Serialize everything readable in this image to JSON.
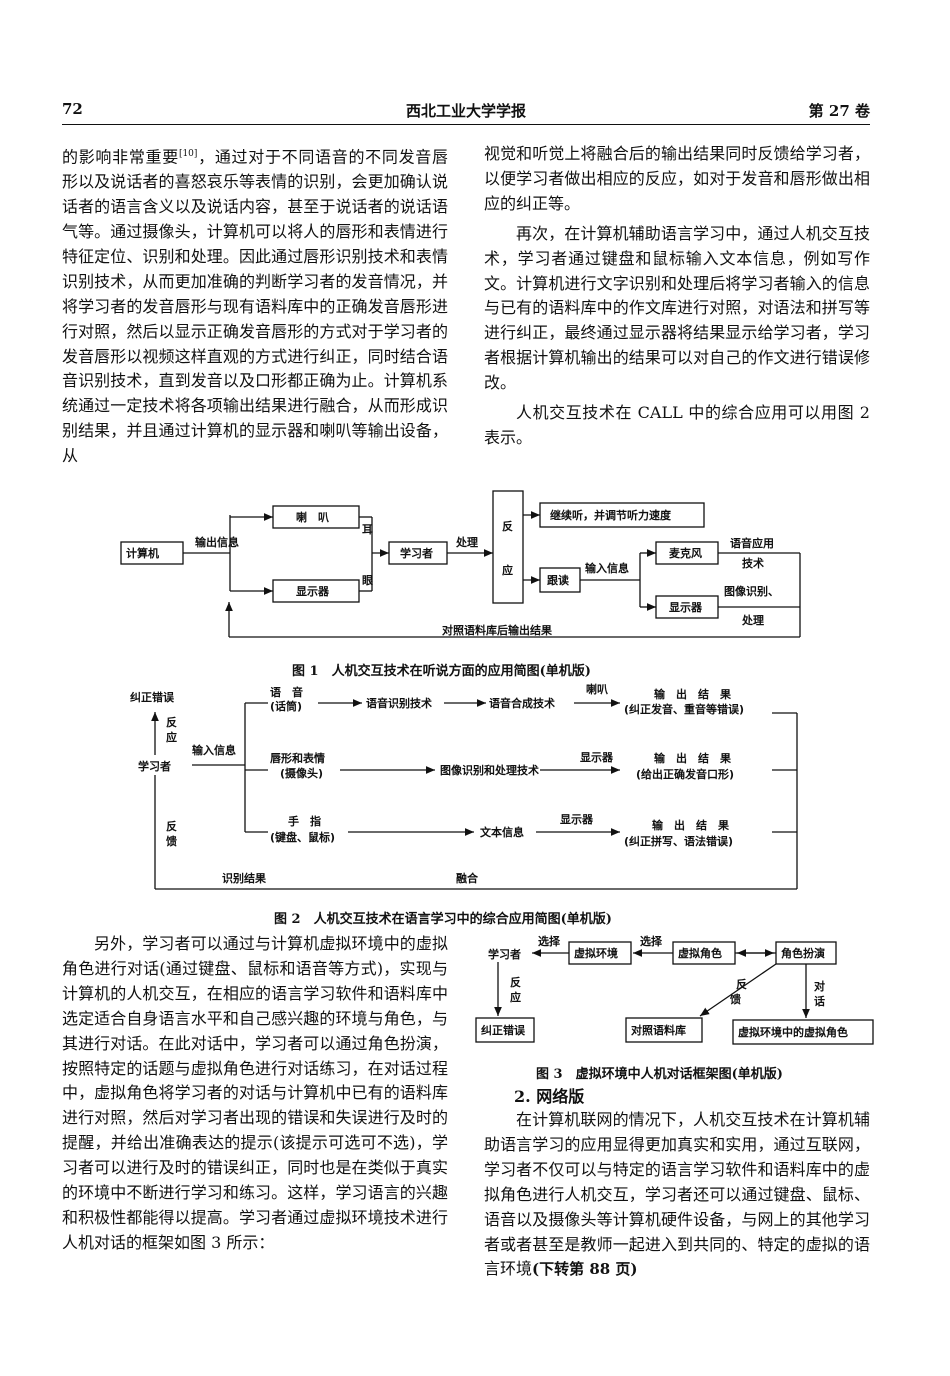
{
  "header": {
    "page": "72",
    "journal": "西北工业大学学报",
    "volume": "第 27 卷"
  },
  "left_top": {
    "text": "的影响非常重要",
    "ref": "[10]",
    "text2": "，通过对于不同语音的不同发音唇形以及说话者的喜怒哀乐等表情的识别，会更加确认说话者的语言含义以及说话内容，甚至于说话者的说话语气等。通过摄像头，计算机可以将人的唇形和表情进行特征定位、识别和处理。因此通过唇形识别技术和表情识别技术，从而更加准确的判断学习者的发音情况，并将学习者的发音唇形与现有语料库中的正确发音唇形进行对照，然后以显示正确发音唇形的方式对于学习者的发音唇形以视频这样直观的方式进行纠正，同时结合语音识别技术，直到发音以及口形都正确为止。计算机系统通过一定技术将各项输出结果进行融合，从而形成识别结果，并且通过计算机的显示器和喇叭等输出设备，从"
  },
  "right_top": {
    "p1": "视觉和听觉上将融合后的输出结果同时反馈给学习者，以便学习者做出相应的反应，如对于发音和唇形做出相应的纠正等。",
    "p2": "再次，在计算机辅助语言学习中，通过人机交互技术，学习者通过键盘和鼠标输入文本信息，例如写作文。计算机进行文字识别和处理后将学习者输入的信息与已有的语料库中的作文库进行对照，对语法和拼写等进行纠正，最终通过显示器将结果显示给学习者，学习者根据计算机输出的结果可以对自己的作文进行错误修改。",
    "p3": "人机交互技术在 CALL 中的综合应用可以用图 2 表示。"
  },
  "fig1": {
    "computer": "计算机",
    "output_info": "输出信息",
    "speaker": "喇　叭",
    "monitor": "显示器",
    "ear": "耳",
    "eye": "眼",
    "learner": "学习者",
    "process": "处理",
    "react1": "反",
    "react2": "应",
    "continue": "继续听，并调节听力速度",
    "follow": "跟读",
    "input_info": "输入信息",
    "mic": "麦克风",
    "monitor2": "显示器",
    "speech1": "语音应用",
    "speech2": "技术",
    "img1": "图像识别、",
    "img2": "处理",
    "bottom": "对照语料库后输出结果",
    "caption": "图 1　人机交互技术在听说方面的应用简图(单机版)"
  },
  "fig2": {
    "correct": "纠正错误",
    "react1": "反",
    "react2": "应",
    "learner": "学习者",
    "fb1": "反",
    "fb2": "馈",
    "input_info": "输入信息",
    "voice1": "语　音",
    "voice2": "(话筒)",
    "asr": "语音识别技术",
    "tts": "语音合成技术",
    "speaker": "喇叭",
    "out1a": "输　出　结　果",
    "out1b": "(纠正发音、重音等错误)",
    "lip1": "唇形和表情",
    "lip2": "(摄像头)",
    "imgproc": "图像识别和处理技术",
    "monitor1": "显示器",
    "out2a": "输　出　结　果",
    "out2b": "(给出正确发音口形)",
    "finger1": "手　指",
    "finger2": "(键盘、鼠标)",
    "textinfo": "文本信息",
    "monitor2": "显示器",
    "out3a": "输　出　结　果",
    "out3b": "(纠正拼写、语法错误)",
    "result": "识别结果",
    "fusion": "融合",
    "caption": "图 2　人机交互技术在语言学习中的综合应用简图(单机版)"
  },
  "left_bottom": {
    "p1": "另外，学习者可以通过与计算机虚拟环境中的虚拟角色进行对话(通过键盘、鼠标和语音等方式)，实现与计算机的人机交互，在相应的语言学习软件和语料库中选定适合自身语言水平和自己感兴趣的环境与角色，与其进行对话。在此对话中，学习者可以通过角色扮演，按照特定的话题与虚拟角色进行对话练习，在对话过程中，虚拟角色将学习者的对话与计算机中已有的语料库进行对照，然后对学习者出现的错误和失误进行及时的提醒，并给出准确表达的提示(该提示可选可不选)，学习者可以进行及时的错误纠正，同时也是在类似于真实的环境中不断进行学习和练习。这样，学习语言的兴趣和积极性都能得以提高。学习者通过虚拟环境技术进行人机对话的框架如图 3 所示："
  },
  "fig3": {
    "learner": "学习者",
    "select1": "选择",
    "venv": "虚拟环境",
    "select2": "选择",
    "vrole": "虚拟角色",
    "roleplay": "角色扮演",
    "react1": "反",
    "react2": "应",
    "fb1": "反",
    "fb2": "馈",
    "talk1": "对",
    "talk2": "话",
    "correct": "纠正错误",
    "corpus": "对照语料库",
    "vrole_env": "虚拟环境中的虚拟角色",
    "caption": "图 3　虚拟环境中人机对话框架图(单机版)"
  },
  "right_bottom": {
    "heading": "2. 网络版",
    "p1": "在计算机联网的情况下，人机交互技术在计算机辅助语言学习的应用显得更加真实和实用，通过互联网，学习者不仅可以与特定的语言学习软件和语料库中的虚拟角色进行人机交互，学习者还可以通过键盘、鼠标、语音以及摄像头等计算机硬件设备，与网上的其他学习者或者甚至是教师一起进入到共同的、特定的虚拟的语言环境",
    "p1_tail": "(下转第 88 页)"
  }
}
